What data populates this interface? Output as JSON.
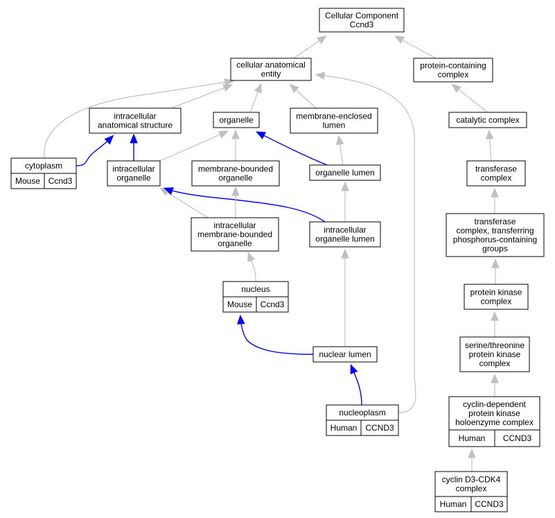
{
  "colors": {
    "mouse": "#add8e6",
    "human": "#ff6347",
    "is_a_edge": "#c0c0c0",
    "part_of_edge": "#0000ff"
  },
  "nodes": {
    "root": [
      "Cellular Component",
      "Ccnd3"
    ],
    "cae": [
      "cellular anatomical",
      "entity"
    ],
    "pcc": [
      "protein-containing",
      "complex"
    ],
    "ias": [
      "intracellular",
      "anatomical structure"
    ],
    "organelle": [
      "organelle"
    ],
    "mel": [
      "membrane-enclosed",
      "lumen"
    ],
    "catalytic": [
      "catalytic complex"
    ],
    "cytoplasm": [
      "cytoplasm"
    ],
    "io": [
      "intracellular",
      "organelle"
    ],
    "mbo": [
      "membrane-bounded",
      "organelle"
    ],
    "ol": [
      "organelle lumen"
    ],
    "transferase": [
      "transferase",
      "complex"
    ],
    "imbo": [
      "intracellular",
      "membrane-bounded",
      "organelle"
    ],
    "iol": [
      "intracellular",
      "organelle lumen"
    ],
    "tctpg": [
      "transferase",
      "complex, transferring",
      "phosphorus-containing",
      "groups"
    ],
    "nucleus": [
      "nucleus"
    ],
    "pkc": [
      "protein kinase",
      "complex"
    ],
    "nuclear_lumen": [
      "nuclear lumen"
    ],
    "stpkc": [
      "serine/threonine",
      "protein kinase",
      "complex"
    ],
    "nucleoplasm": [
      "nucleoplasm"
    ],
    "cdpkh": [
      "cyclin-dependent",
      "protein kinase",
      "holoenzyme complex"
    ],
    "cyclin": [
      "cyclin D3-CDK4",
      "complex"
    ]
  },
  "annotations": {
    "cytoplasm": [
      "Mouse",
      "Ccnd3"
    ],
    "nucleus": [
      "Mouse",
      "Ccnd3"
    ],
    "nucleoplasm": [
      "Human",
      "CCND3"
    ],
    "cdpkh": [
      "Human",
      "CCND3"
    ],
    "cyclin": [
      "Human",
      "CCND3"
    ]
  },
  "edges": [
    {
      "from": "cae",
      "to": "root",
      "relation": "is_a"
    },
    {
      "from": "pcc",
      "to": "root",
      "relation": "is_a"
    },
    {
      "from": "ias",
      "to": "cae",
      "relation": "is_a"
    },
    {
      "from": "organelle",
      "to": "cae",
      "relation": "is_a"
    },
    {
      "from": "mel",
      "to": "cae",
      "relation": "is_a"
    },
    {
      "from": "cytoplasm",
      "to": "cae",
      "relation": "is_a"
    },
    {
      "from": "nucleoplasm",
      "to": "cae",
      "relation": "is_a"
    },
    {
      "from": "catalytic",
      "to": "pcc",
      "relation": "is_a"
    },
    {
      "from": "cytoplasm",
      "to": "ias",
      "relation": "part_of"
    },
    {
      "from": "io",
      "to": "ias",
      "relation": "part_of"
    },
    {
      "from": "io",
      "to": "organelle",
      "relation": "is_a"
    },
    {
      "from": "mbo",
      "to": "organelle",
      "relation": "is_a"
    },
    {
      "from": "ol",
      "to": "organelle",
      "relation": "part_of"
    },
    {
      "from": "ol",
      "to": "mel",
      "relation": "is_a"
    },
    {
      "from": "transferase",
      "to": "catalytic",
      "relation": "is_a"
    },
    {
      "from": "imbo",
      "to": "io",
      "relation": "is_a"
    },
    {
      "from": "iol",
      "to": "io",
      "relation": "part_of"
    },
    {
      "from": "imbo",
      "to": "mbo",
      "relation": "is_a"
    },
    {
      "from": "iol",
      "to": "ol",
      "relation": "is_a"
    },
    {
      "from": "tctpg",
      "to": "transferase",
      "relation": "is_a"
    },
    {
      "from": "nucleus",
      "to": "imbo",
      "relation": "is_a"
    },
    {
      "from": "nuclear_lumen",
      "to": "iol",
      "relation": "is_a"
    },
    {
      "from": "pkc",
      "to": "tctpg",
      "relation": "is_a"
    },
    {
      "from": "nuclear_lumen",
      "to": "nucleus",
      "relation": "part_of"
    },
    {
      "from": "stpkc",
      "to": "pkc",
      "relation": "is_a"
    },
    {
      "from": "nucleoplasm",
      "to": "nuclear_lumen",
      "relation": "part_of"
    },
    {
      "from": "cdpkh",
      "to": "stpkc",
      "relation": "is_a"
    },
    {
      "from": "cyclin",
      "to": "cdpkh",
      "relation": "is_a"
    }
  ]
}
